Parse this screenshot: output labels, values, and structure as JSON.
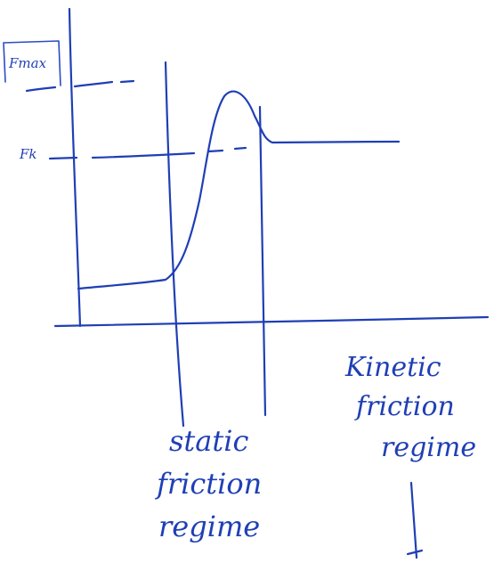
{
  "labels": {
    "f_max": "Fmax",
    "f_k": "Fk",
    "static_regime": [
      "static",
      "friction",
      "regime"
    ],
    "kinetic_regime": [
      "Kinetic",
      "friction",
      "regime"
    ]
  },
  "colors": {
    "ink": "#1f3fb5",
    "background": "#ffffff"
  }
}
